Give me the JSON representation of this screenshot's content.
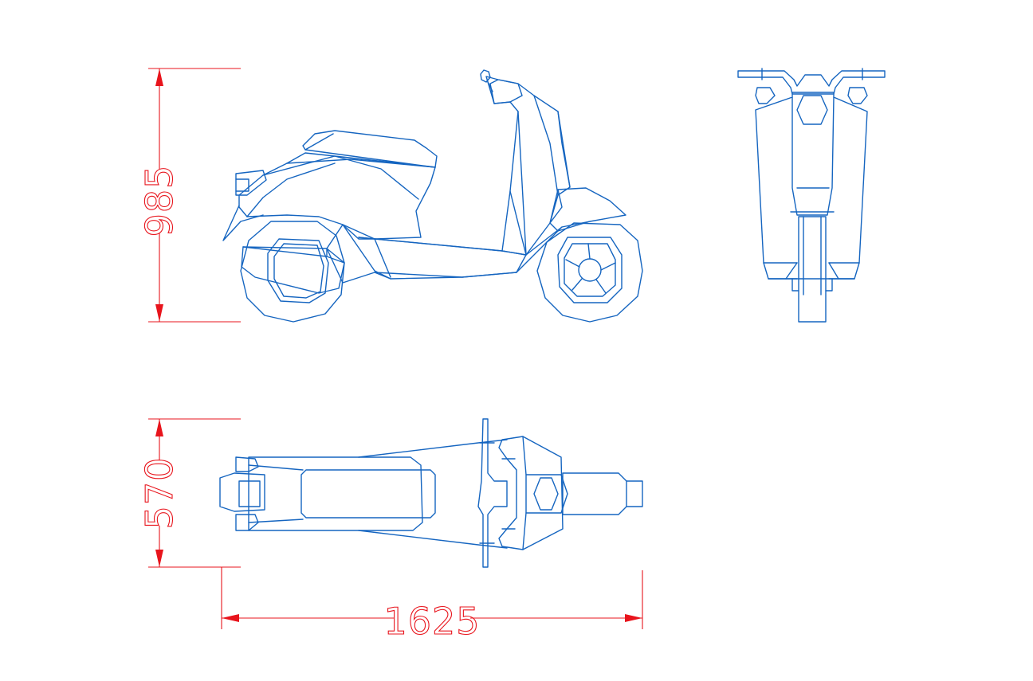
{
  "colors": {
    "outline": "#1565c0",
    "dimension": "#e8141c",
    "background": "#ffffff"
  },
  "views": {
    "side": "side-view",
    "front": "front-view",
    "top": "top-view"
  },
  "dimensions": {
    "height": "985",
    "width": "570",
    "length": "1625"
  }
}
